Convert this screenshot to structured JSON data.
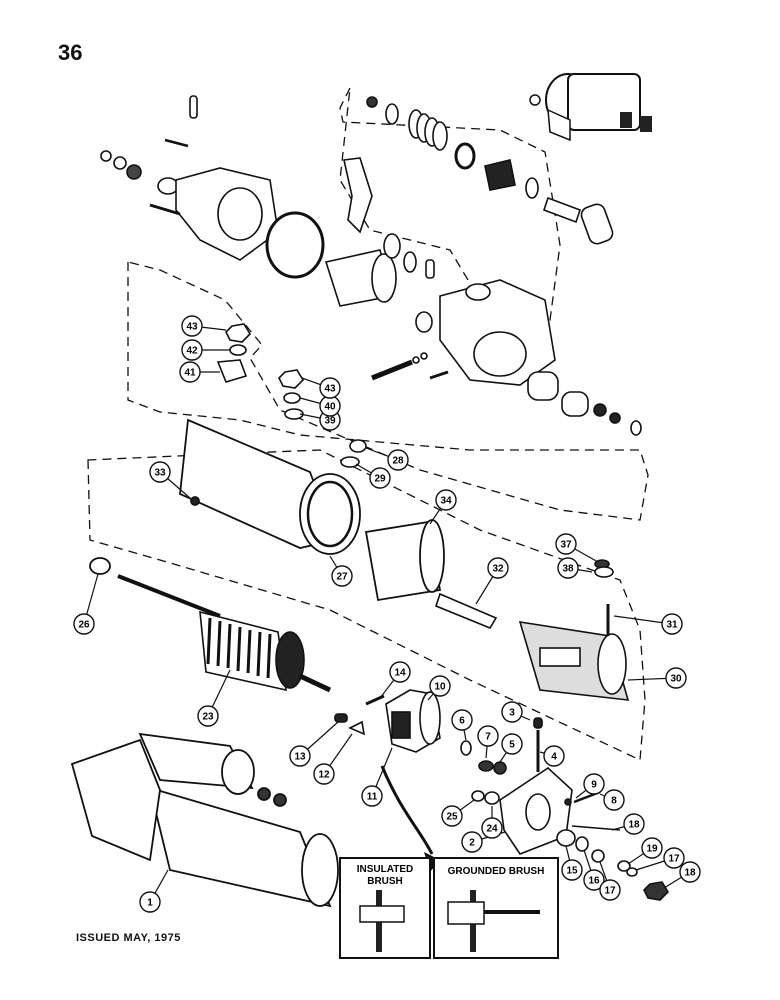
{
  "page": {
    "number": "36",
    "issued": "ISSUED MAY, 1975"
  },
  "insets": {
    "insulated": "INSULATED\nBRUSH",
    "grounded": "GROUNDED BRUSH"
  },
  "callouts": [
    {
      "id": "c1",
      "label": "1"
    },
    {
      "id": "c2",
      "label": "2"
    },
    {
      "id": "c3",
      "label": "3"
    },
    {
      "id": "c4",
      "label": "4"
    },
    {
      "id": "c5",
      "label": "5"
    },
    {
      "id": "c6",
      "label": "6"
    },
    {
      "id": "c7",
      "label": "7"
    },
    {
      "id": "c8",
      "label": "8"
    },
    {
      "id": "c9",
      "label": "9"
    },
    {
      "id": "c10",
      "label": "10"
    },
    {
      "id": "c11",
      "label": "11"
    },
    {
      "id": "c12",
      "label": "12"
    },
    {
      "id": "c13",
      "label": "13"
    },
    {
      "id": "c14",
      "label": "14"
    },
    {
      "id": "c15",
      "label": "15"
    },
    {
      "id": "c16",
      "label": "16"
    },
    {
      "id": "c17a",
      "label": "17"
    },
    {
      "id": "c17b",
      "label": "17"
    },
    {
      "id": "c18a",
      "label": "18"
    },
    {
      "id": "c18b",
      "label": "18"
    },
    {
      "id": "c19",
      "label": "19"
    },
    {
      "id": "c23",
      "label": "23"
    },
    {
      "id": "c24",
      "label": "24"
    },
    {
      "id": "c25",
      "label": "25"
    },
    {
      "id": "c26",
      "label": "26"
    },
    {
      "id": "c27",
      "label": "27"
    },
    {
      "id": "c28",
      "label": "28"
    },
    {
      "id": "c29",
      "label": "29"
    },
    {
      "id": "c30",
      "label": "30"
    },
    {
      "id": "c31",
      "label": "31"
    },
    {
      "id": "c32",
      "label": "32"
    },
    {
      "id": "c33",
      "label": "33"
    },
    {
      "id": "c34",
      "label": "34"
    },
    {
      "id": "c37",
      "label": "37"
    },
    {
      "id": "c38",
      "label": "38"
    },
    {
      "id": "c39",
      "label": "39"
    },
    {
      "id": "c40",
      "label": "40"
    },
    {
      "id": "c41",
      "label": "41"
    },
    {
      "id": "c42",
      "label": "42"
    },
    {
      "id": "c43a",
      "label": "43"
    },
    {
      "id": "c43b",
      "label": "43"
    }
  ]
}
